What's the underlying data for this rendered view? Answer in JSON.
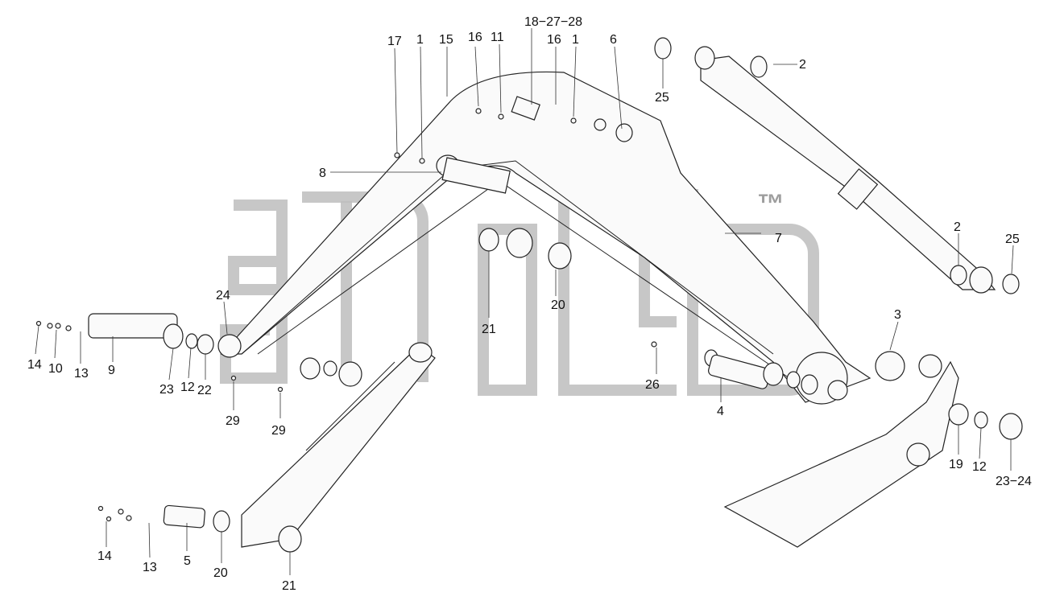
{
  "watermark": {
    "mark": "™"
  },
  "callouts": [
    {
      "id": "c17",
      "text": "17"
    },
    {
      "id": "c1a",
      "text": "1"
    },
    {
      "id": "c15",
      "text": "15"
    },
    {
      "id": "c16a",
      "text": "16"
    },
    {
      "id": "c11",
      "text": "11"
    },
    {
      "id": "c18",
      "text": "18−27−28"
    },
    {
      "id": "c16b",
      "text": "16"
    },
    {
      "id": "c1b",
      "text": "1"
    },
    {
      "id": "c6",
      "text": "6"
    },
    {
      "id": "c25a",
      "text": "25"
    },
    {
      "id": "c2a",
      "text": "2"
    },
    {
      "id": "c8",
      "text": "8"
    },
    {
      "id": "c7",
      "text": "7"
    },
    {
      "id": "c2b",
      "text": "2"
    },
    {
      "id": "c25b",
      "text": "25"
    },
    {
      "id": "c24a",
      "text": "24"
    },
    {
      "id": "c20a",
      "text": "20"
    },
    {
      "id": "c21a",
      "text": "21"
    },
    {
      "id": "c3",
      "text": "3"
    },
    {
      "id": "c14a",
      "text": "14"
    },
    {
      "id": "c10",
      "text": "10"
    },
    {
      "id": "c13a",
      "text": "13"
    },
    {
      "id": "c9",
      "text": "9"
    },
    {
      "id": "c23a",
      "text": "23"
    },
    {
      "id": "c12a",
      "text": "12"
    },
    {
      "id": "c22",
      "text": "22"
    },
    {
      "id": "c26",
      "text": "26"
    },
    {
      "id": "c4",
      "text": "4"
    },
    {
      "id": "c29a",
      "text": "29"
    },
    {
      "id": "c29b",
      "text": "29"
    },
    {
      "id": "c19",
      "text": "19"
    },
    {
      "id": "c12b",
      "text": "12"
    },
    {
      "id": "c2324",
      "text": "23−24"
    },
    {
      "id": "c14b",
      "text": "14"
    },
    {
      "id": "c13b",
      "text": "13"
    },
    {
      "id": "c5",
      "text": "5"
    },
    {
      "id": "c20b",
      "text": "20"
    },
    {
      "id": "c21b",
      "text": "21"
    }
  ]
}
